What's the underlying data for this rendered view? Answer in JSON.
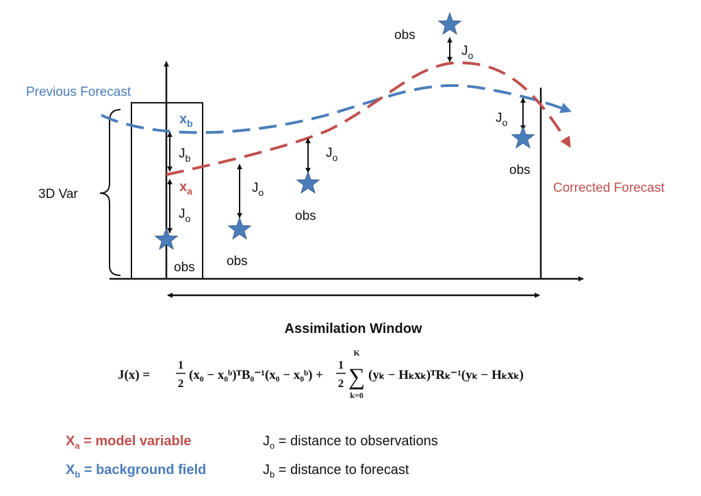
{
  "colors": {
    "previous": "#4a7ebb",
    "corrected": "#c0504d",
    "ink": "#111111",
    "star": "#4a7ebb"
  },
  "labels": {
    "previous_forecast": "Previous Forecast",
    "corrected_forecast": "Corrected Forecast",
    "three_d_var": "3D Var",
    "obs": "obs",
    "assimilation_window": "Assimilation Window",
    "xb": "x",
    "xb_sub": "b",
    "xa": "x",
    "xa_sub": "a",
    "J": "J",
    "sub_b": "b",
    "sub_o": "o"
  },
  "equation": {
    "lhs": "J(x) = ",
    "half": "1",
    "half_den": "2",
    "term1": "(x₀ − x₀ᵇ)ᵀB₀⁻¹(x₀ − x₀ᵇ) +",
    "sum_top": "K",
    "sum_sign": "∑",
    "sum_bottom": "k=0",
    "term2": "(yₖ − Hₖxₖ)ᵀRₖ⁻¹(yₖ −  Hₖxₖ)"
  },
  "legend": {
    "xa_symbol": "X",
    "xa_sub": "a",
    "xa_text": " = model variable",
    "xb_symbol": "X",
    "xb_sub": "b",
    "xb_text": " = background field",
    "jo_symbol": "J",
    "jo_sub": "o",
    "jo_text": " = distance to observations",
    "jb_symbol": "J",
    "jb_sub": "b",
    "jb_text": " = distance to forecast"
  }
}
